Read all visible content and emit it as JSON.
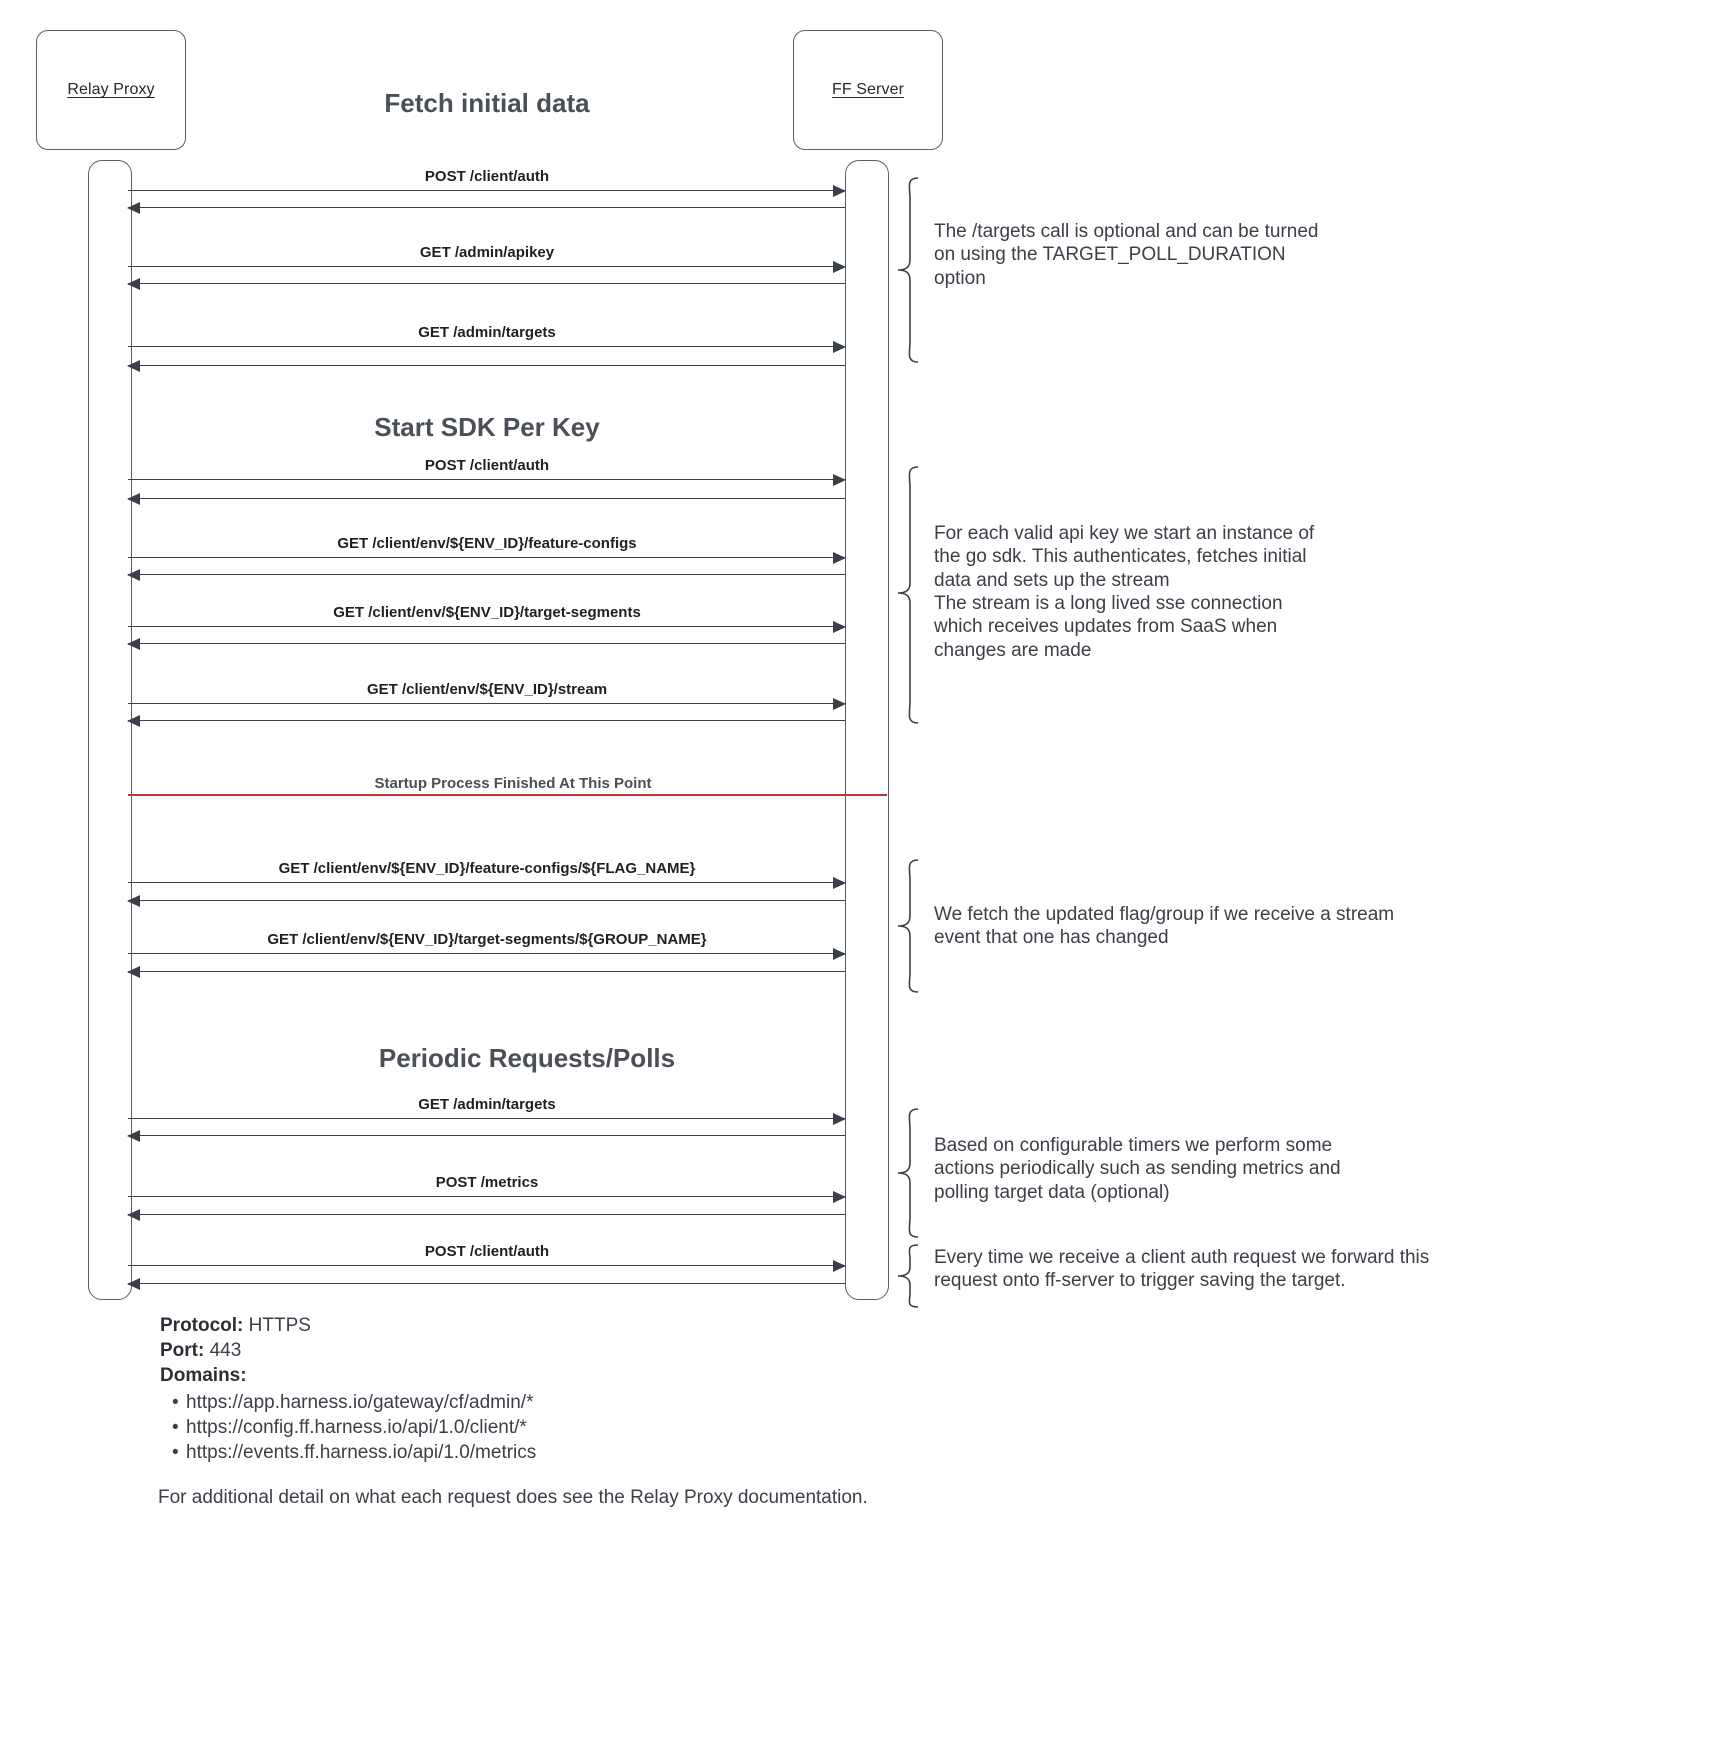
{
  "diagram": {
    "participants": [
      {
        "name": "Relay Proxy"
      },
      {
        "name": "FF Server"
      }
    ],
    "sections": [
      {
        "title": "Fetch initial data"
      },
      {
        "title": "Start SDK Per Key"
      },
      {
        "title": "Periodic Requests/Polls"
      }
    ],
    "messages": [
      {
        "label": "POST /client/auth"
      },
      {
        "label": "GET /admin/apikey"
      },
      {
        "label": "GET /admin/targets"
      },
      {
        "label": "POST /client/auth"
      },
      {
        "label": "GET /client/env/${ENV_ID}/feature-configs"
      },
      {
        "label": "GET /client/env/${ENV_ID}/target-segments"
      },
      {
        "label": "GET /client/env/${ENV_ID}/stream"
      },
      {
        "label": "GET /client/env/${ENV_ID}/feature-configs/${FLAG_NAME}"
      },
      {
        "label": "GET /client/env/${ENV_ID}/target-segments/${GROUP_NAME}"
      },
      {
        "label": "GET /admin/targets"
      },
      {
        "label": "POST /metrics"
      },
      {
        "label": "POST /client/auth"
      }
    ],
    "divider": {
      "label": "Startup Process Finished At This Point",
      "color": "#b03a3a"
    },
    "notes": [
      {
        "text": "The /targets call is optional and can be turned\non using the TARGET_POLL_DURATION\noption"
      },
      {
        "text": "For each valid api key we start an instance of\nthe go sdk. This authenticates, fetches initial\ndata and sets up the stream\nThe stream is a long lived sse connection\nwhich receives updates from SaaS when\nchanges are made"
      },
      {
        "text": "We fetch the updated flag/group if we receive a stream\nevent that one has changed"
      },
      {
        "text": "Based on configurable timers we perform some\nactions periodically such as sending metrics and\npolling target data (optional)"
      },
      {
        "text": "Every time we receive a client auth request we forward this\nrequest onto ff-server to trigger saving the target."
      }
    ]
  },
  "legend": {
    "protocol_key": "Protocol:",
    "protocol_value": "HTTPS",
    "port_key": "Port:",
    "port_value": "443",
    "domains_key": "Domains:",
    "domains": [
      "https://app.harness.io/gateway/cf/admin/*",
      "https://config.ff.harness.io/api/1.0/client/*",
      "https://events.ff.harness.io/api/1.0/metrics"
    ]
  },
  "footnote": {
    "text": "For additional detail on what each request does see the Relay Proxy documentation."
  }
}
